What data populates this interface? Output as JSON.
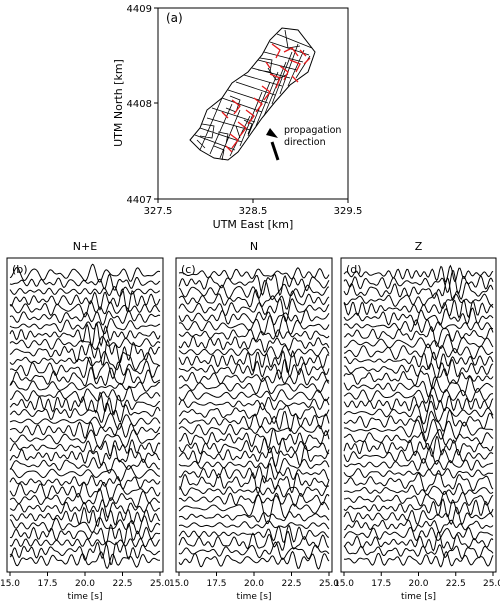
{
  "chart_data": [
    {
      "type": "map",
      "panel_label": "(a)",
      "xlabel": "UTM East [km]",
      "ylabel": "UTM North [km]",
      "xlim": [
        327.5,
        329.5
      ],
      "ylim": [
        4407,
        4409
      ],
      "xticks": [
        "327.5",
        "328.5",
        "329.5"
      ],
      "yticks": [
        "4407",
        "4408",
        "4409"
      ],
      "annotation": {
        "line1": "propagation",
        "line2": "direction"
      },
      "colors": {
        "network": "#000000",
        "highlight": "#e41a1c"
      }
    },
    {
      "type": "line",
      "title": "N+E",
      "panel_label": "(b)",
      "xlabel": "time [s]",
      "xlim": [
        15.0,
        25.0
      ],
      "xticks": [
        "15.0",
        "17.5",
        "20.0",
        "22.5",
        "25.0"
      ],
      "trace_count": 34,
      "seed": 11
    },
    {
      "type": "line",
      "title": "N",
      "panel_label": "(c)",
      "xlabel": "time [s]",
      "xlim": [
        15.0,
        25.0
      ],
      "xticks": [
        "15.0",
        "17.5",
        "20.0",
        "22.5",
        "25.0"
      ],
      "trace_count": 34,
      "seed": 23
    },
    {
      "type": "line",
      "title": "Z",
      "panel_label": "(d)",
      "xlabel": "time [s]",
      "xlim": [
        15.0,
        25.0
      ],
      "xticks": [
        "15.0",
        "17.5",
        "20.0",
        "22.5",
        "25.0"
      ],
      "trace_count": 34,
      "seed": 37
    }
  ]
}
